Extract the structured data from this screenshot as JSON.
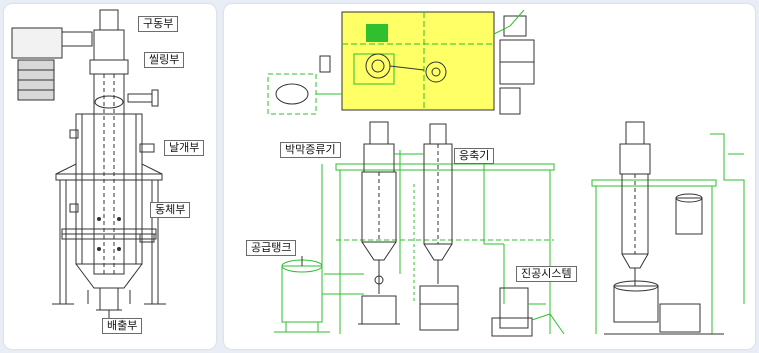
{
  "labels": {
    "drive": "구동부",
    "sealing": "씰링부",
    "blade": "날개부",
    "body": "동체부",
    "discharge": "배출부",
    "thin_film_evaporator": "박막증류기",
    "condenser": "응축기",
    "feed_tank": "공급탱크",
    "vacuum_system": "진공시스템"
  },
  "colors": {
    "line_dark": "#333333",
    "line_green": "#2fbf2f",
    "plan_yellow": "#ffff66",
    "bg": "#e9eef6"
  }
}
